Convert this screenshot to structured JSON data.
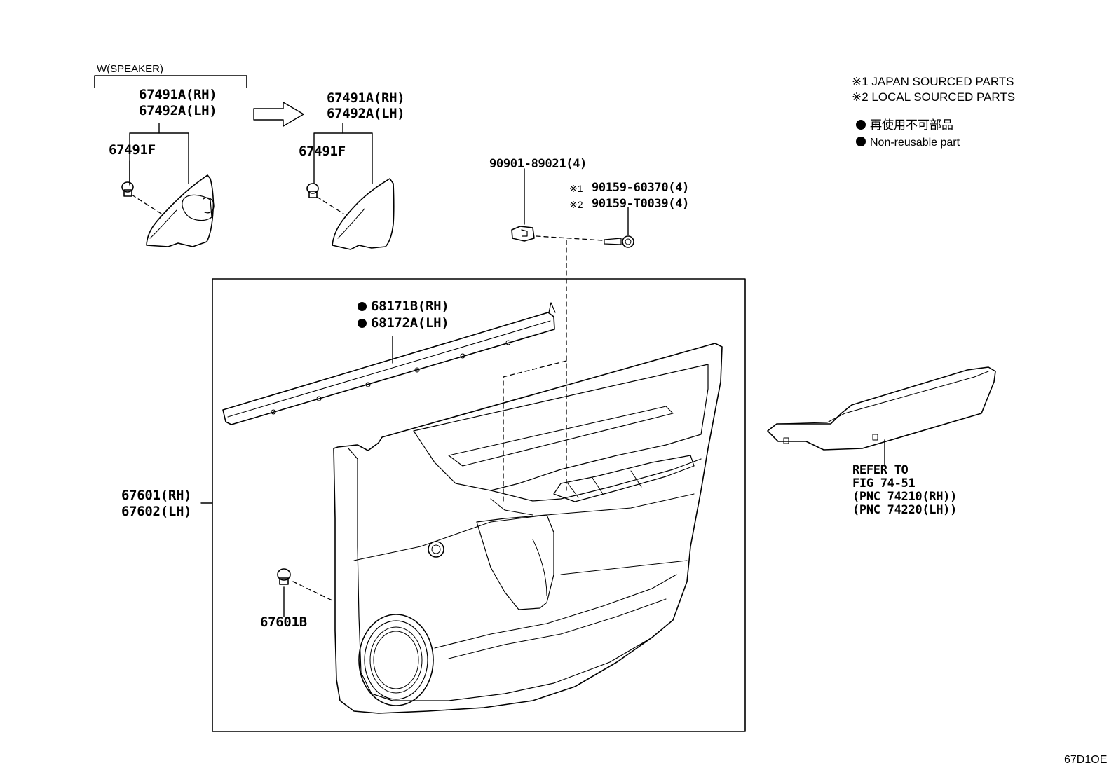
{
  "diagram_code": "67D1OE",
  "legend": {
    "note1": "※1  JAPAN SOURCED PARTS",
    "note2": "※2  LOCAL SOURCED PARTS",
    "nonreusable_jp": "再使用不可部品",
    "nonreusable_en": "Non-reusable part"
  },
  "speaker_group": {
    "title": "W(SPEAKER)",
    "part_rh": "67491A(RH)",
    "part_lh": "67492A(LH)",
    "clip": "67491F"
  },
  "plain_group": {
    "part_rh": "67491A(RH)",
    "part_lh": "67492A(LH)",
    "clip": "67491F"
  },
  "fasteners": {
    "clip": "90901-89021(4)",
    "screw_jp": "90159-60370(4)",
    "screw_jp_mark": "※1",
    "screw_local": "90159-T0039(4)",
    "screw_local_mark": "※2"
  },
  "weatherstrip": {
    "part_rh": "68171B(RH)",
    "part_lh": "68172A(LH)"
  },
  "door_panel": {
    "part_rh": "67601(RH)",
    "part_lh": "67602(LH)",
    "clip": "67601B"
  },
  "armrest": {
    "line1": "REFER TO",
    "line2": "FIG 74-51",
    "line3": "(PNC 74210(RH))",
    "line4": "(PNC 74220(LH))"
  },
  "colors": {
    "ink": "#000000",
    "paper": "#ffffff"
  }
}
